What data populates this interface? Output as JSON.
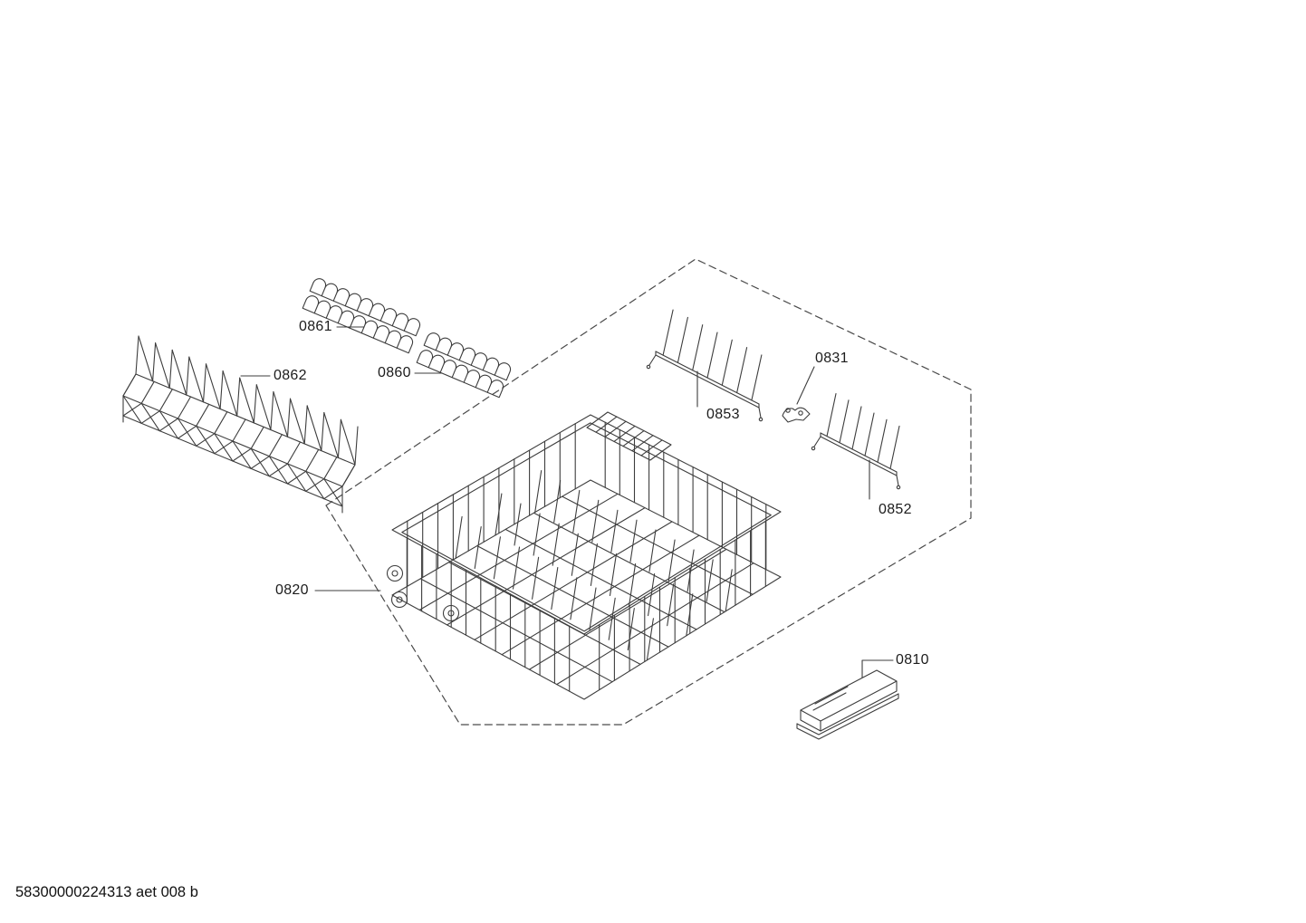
{
  "page": {
    "background": "#ffffff",
    "doc_id": "58300000224313 aet 008 b"
  },
  "diagram": {
    "style": {
      "line_color": "#3d3d3d",
      "dashed_outline_color": "#4a4a4a",
      "label_color": "#1c1c1c"
    },
    "labels": {
      "0861": "0861",
      "0862": "0862",
      "0860": "0860",
      "0831": "0831",
      "0853": "0853",
      "0852": "0852",
      "0820": "0820",
      "0810": "0810"
    }
  }
}
